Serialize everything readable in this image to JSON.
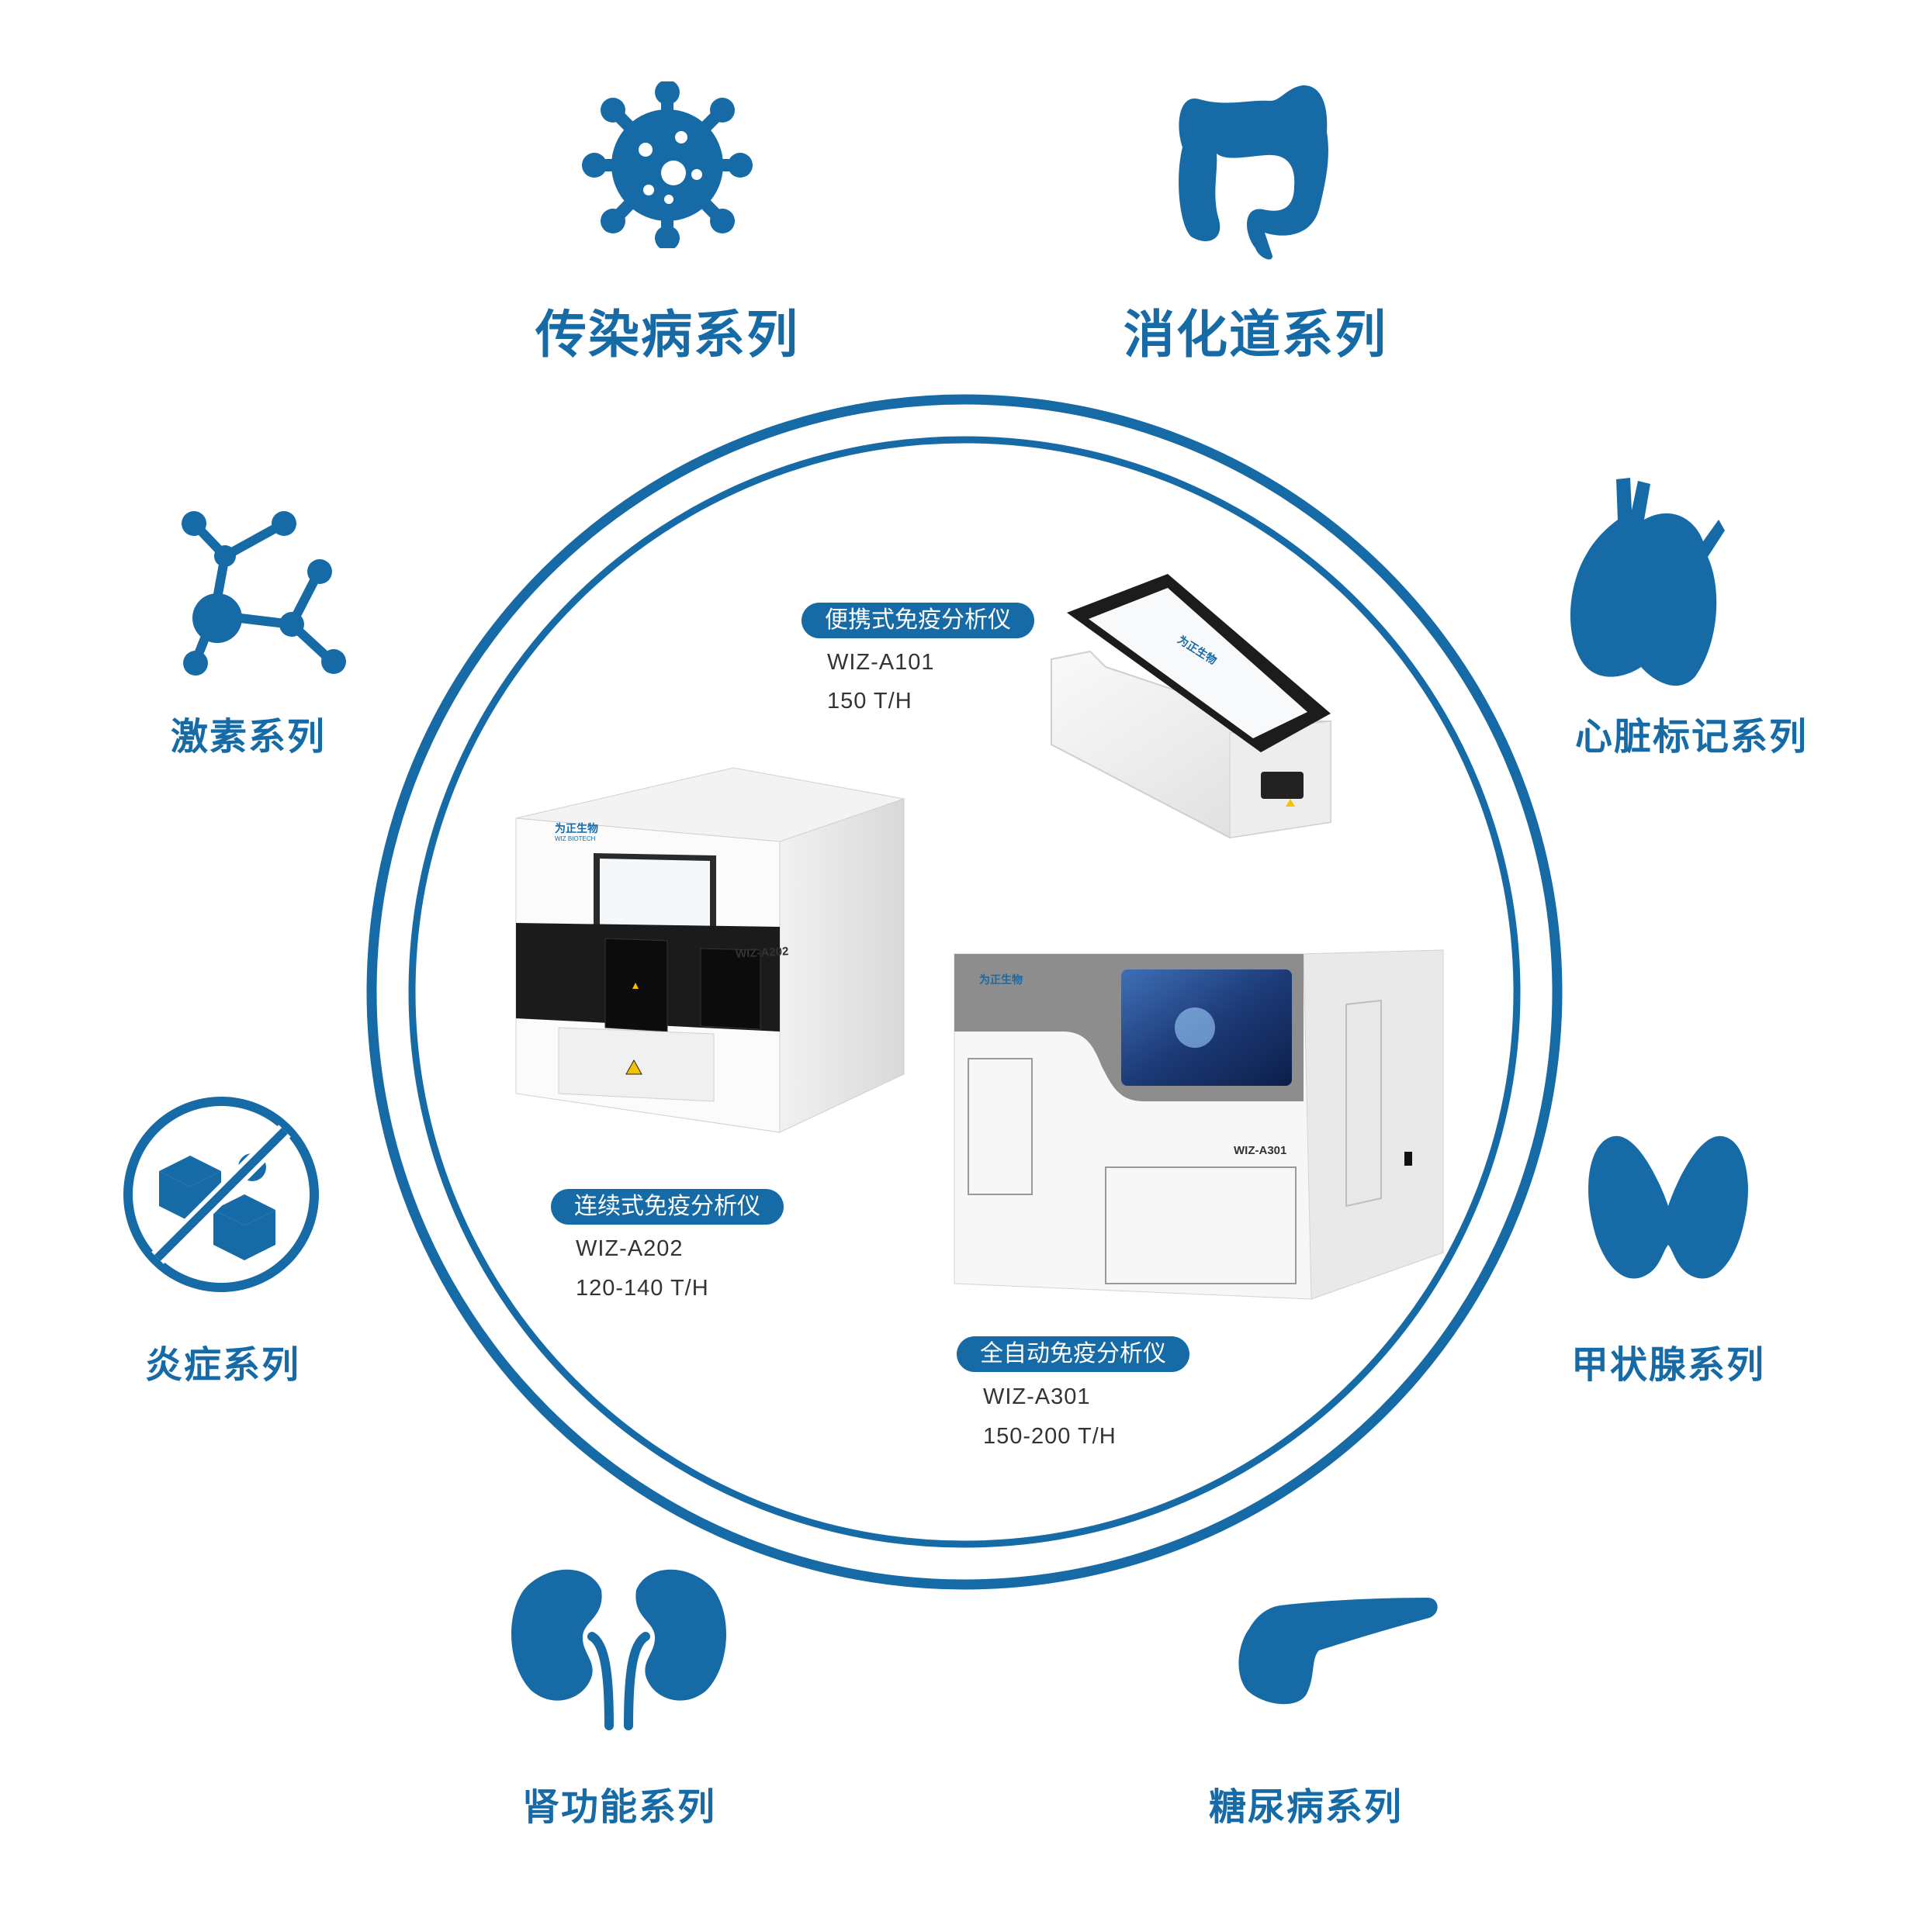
{
  "colors": {
    "brand": "#166aa6",
    "text": "#333333",
    "background": "#ffffff"
  },
  "categories": [
    {
      "key": "infectious",
      "label": "传染病系列",
      "icon": "virus-icon"
    },
    {
      "key": "digestive",
      "label": "消化道系列",
      "icon": "intestine-icon"
    },
    {
      "key": "hormone",
      "label": "激素系列",
      "icon": "molecule-icon"
    },
    {
      "key": "cardiac",
      "label": "心脏标记系列",
      "icon": "heart-icon"
    },
    {
      "key": "inflammation",
      "label": "炎症系列",
      "icon": "no-sugar-cubes-icon"
    },
    {
      "key": "thyroid",
      "label": "甲状腺系列",
      "icon": "thyroid-icon"
    },
    {
      "key": "kidney",
      "label": "肾功能系列",
      "icon": "kidney-icon"
    },
    {
      "key": "diabetes",
      "label": "糖尿病系列",
      "icon": "pancreas-icon"
    }
  ],
  "products": [
    {
      "key": "a101",
      "name": "便携式免疫分析仪",
      "model": "WIZ-A101",
      "throughput": "150 T/H",
      "device_caption": ""
    },
    {
      "key": "a202",
      "name": "连续式免疫分析仪",
      "model": "WIZ-A202",
      "throughput": "120-140 T/H",
      "device_caption": "WIZ-A202"
    },
    {
      "key": "a301",
      "name": "全自动免疫分析仪",
      "model": "WIZ-A301",
      "throughput": "150-200 T/H",
      "device_caption": "WIZ-A301"
    }
  ],
  "brand": {
    "cn": "为正生物",
    "en": "WIZ BIOTECH"
  }
}
